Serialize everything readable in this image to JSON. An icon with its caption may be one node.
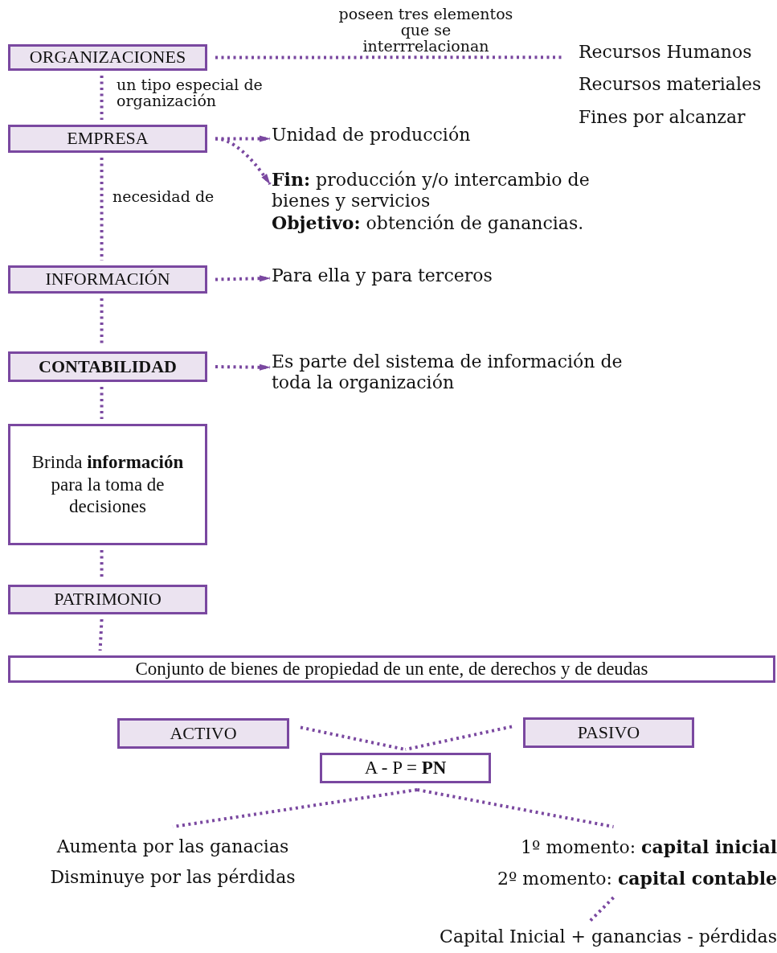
{
  "diagram": {
    "nodes": [
      {
        "text": [
          "ORGANIZACIONES"
        ]
      },
      {
        "text": [
          "Recursos Humanos",
          "Recursos materiales",
          "Fines por alcanzar"
        ]
      },
      {
        "text": [
          "EMPRESA"
        ]
      },
      {
        "text": [
          "Unidad de producción"
        ]
      },
      {
        "text": [
          "**Fin:** producción y/o intercambio de bienes y servicios",
          "**Objetivo:** obtención de ganancias."
        ]
      },
      {
        "text": [
          "INFORMACIÓN"
        ]
      },
      {
        "text": [
          "Para ella y para terceros"
        ]
      },
      {
        "text": [
          "CONTABILIDAD"
        ]
      },
      {
        "text": [
          "Es parte del sistema de información de toda la organización"
        ]
      },
      {
        "text": [
          "Brinda **información** para la toma de decisiones"
        ]
      },
      {
        "text": [
          "PATRIMONIO"
        ]
      },
      {
        "text": [
          "Conjunto de bienes de propiedad de un ente, de derechos y de deudas"
        ]
      },
      {
        "text": [
          "ACTIVO"
        ]
      },
      {
        "text": [
          "PASIVO"
        ]
      },
      {
        "text": [
          "A - P = **PN**"
        ]
      },
      {
        "text": [
          "Aumenta por las ganacias",
          "Disminuye por las pérdidas"
        ]
      },
      {
        "text": [
          "1º momento: **capital inicial**",
          "2º momento: **capital contable**"
        ]
      },
      {
        "text": [
          "Capital Inicial + ganancias - pérdidas"
        ]
      }
    ],
    "edges": [
      {
        "from": 0,
        "to": 1,
        "arrow": "none",
        "label": "poseen tres elementos que se interrrelacionan"
      },
      {
        "from": 0,
        "to": 2,
        "arrow": "none",
        "label": "un tipo especial de organización"
      },
      {
        "from": 2,
        "to": 3,
        "arrow": "to"
      },
      {
        "from": 2,
        "to": 4,
        "arrow": "to"
      },
      {
        "from": 2,
        "to": 5,
        "arrow": "none",
        "label": "necesidad de"
      },
      {
        "from": 5,
        "to": 6,
        "arrow": "to"
      },
      {
        "from": 5,
        "to": 7,
        "arrow": "none"
      },
      {
        "from": 7,
        "to": 8,
        "arrow": "to"
      },
      {
        "from": 7,
        "to": 9,
        "arrow": "none"
      },
      {
        "from": 9,
        "to": 10,
        "arrow": "none"
      },
      {
        "from": 10,
        "to": 11,
        "arrow": "none"
      },
      {
        "from": 12,
        "to": 14,
        "arrow": "none"
      },
      {
        "from": 13,
        "to": 14,
        "arrow": "none"
      },
      {
        "from": 14,
        "to": 15,
        "arrow": "none"
      },
      {
        "from": 14,
        "to": 16,
        "arrow": "none"
      },
      {
        "from": 16,
        "to": 17,
        "arrow": "none"
      }
    ]
  }
}
